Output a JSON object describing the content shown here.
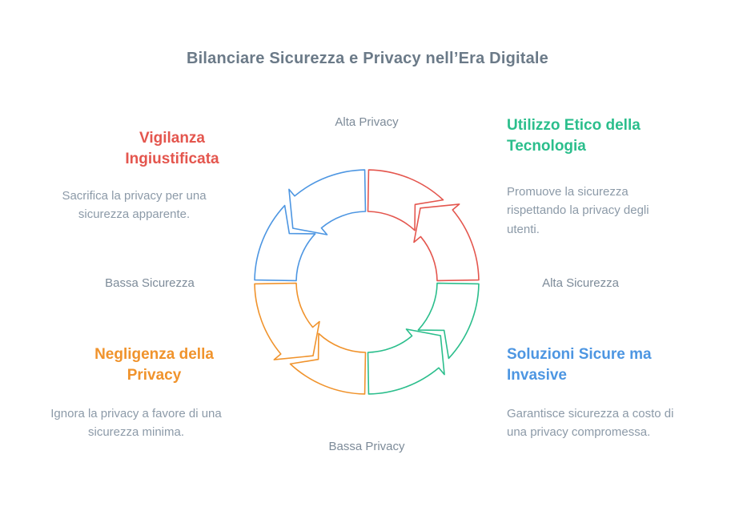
{
  "title": "Bilanciare Sicurezza e Privacy nell’Era Digitale",
  "axis_labels": {
    "top": "Alta Privacy",
    "bottom": "Bassa Privacy",
    "left": "Bassa Sicurezza",
    "right": "Alta Sicurezza"
  },
  "quadrants": {
    "top_left": {
      "title": "Vigilanza Ingiustificata",
      "description": "Sacrifica la privacy per una sicurezza apparente.",
      "color": "#E4564E"
    },
    "top_right": {
      "title": "Utilizzo Etico della Tecnologia",
      "description": "Promuove la sicurezza rispettando la privacy degli utenti.",
      "color": "#2BBE8C"
    },
    "bottom_left": {
      "title": "Negligenza della Privacy",
      "description": "Ignora la privacy a favore di una sicurezza minima.",
      "color": "#F0932C"
    },
    "bottom_right": {
      "title": "Soluzioni Sicure ma Invasive",
      "description": "Garantisce sicurezza a costo di una privacy compromessa.",
      "color": "#4D96E2"
    }
  },
  "cycle_diagram": {
    "direction": "counterclockwise",
    "segments": [
      {
        "name": "top-right",
        "color": "#E4564E",
        "start_angle": 0
      },
      {
        "name": "top-left",
        "color": "#4D96E2",
        "start_angle": 90
      },
      {
        "name": "bottom-left",
        "color": "#F0932C",
        "start_angle": 180
      },
      {
        "name": "bottom-right",
        "color": "#2BBE8C",
        "start_angle": 270
      }
    ]
  },
  "text_colors": {
    "title": "#6B7A88",
    "axis": "#7D8B99",
    "description": "#8C9AA8"
  }
}
